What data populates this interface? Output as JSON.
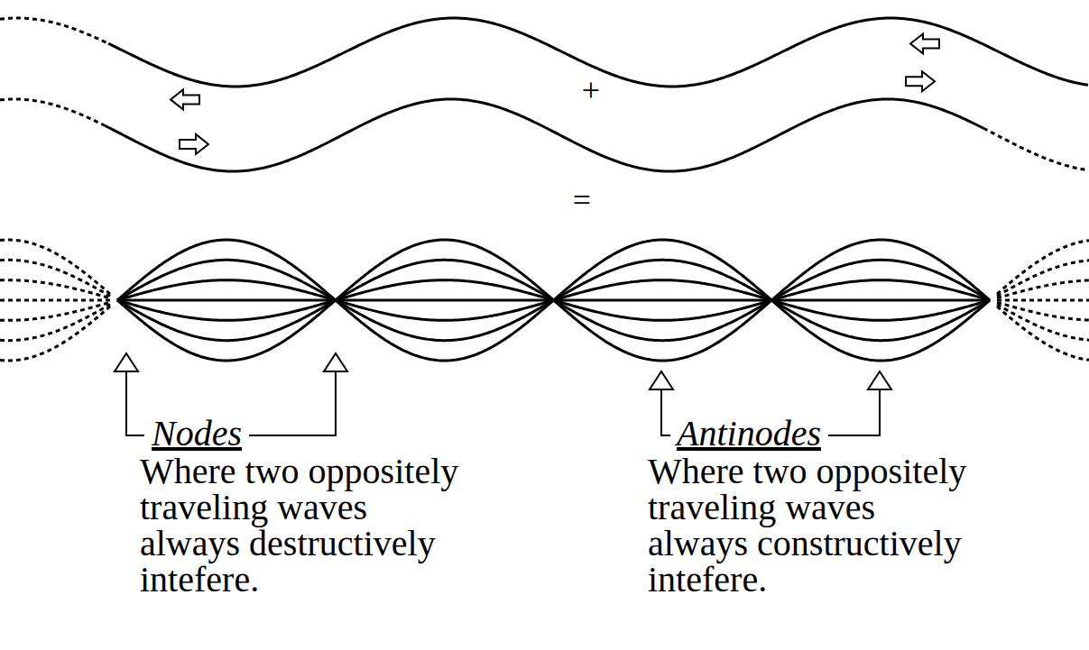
{
  "diagram": {
    "labels": [
      "+",
      "=",
      "Nodes",
      "Where two oppositely traveling waves always destructively intefere.",
      "Antinodes",
      "Where two oppositely traveling waves always constructively intefere."
    ]
  }
}
